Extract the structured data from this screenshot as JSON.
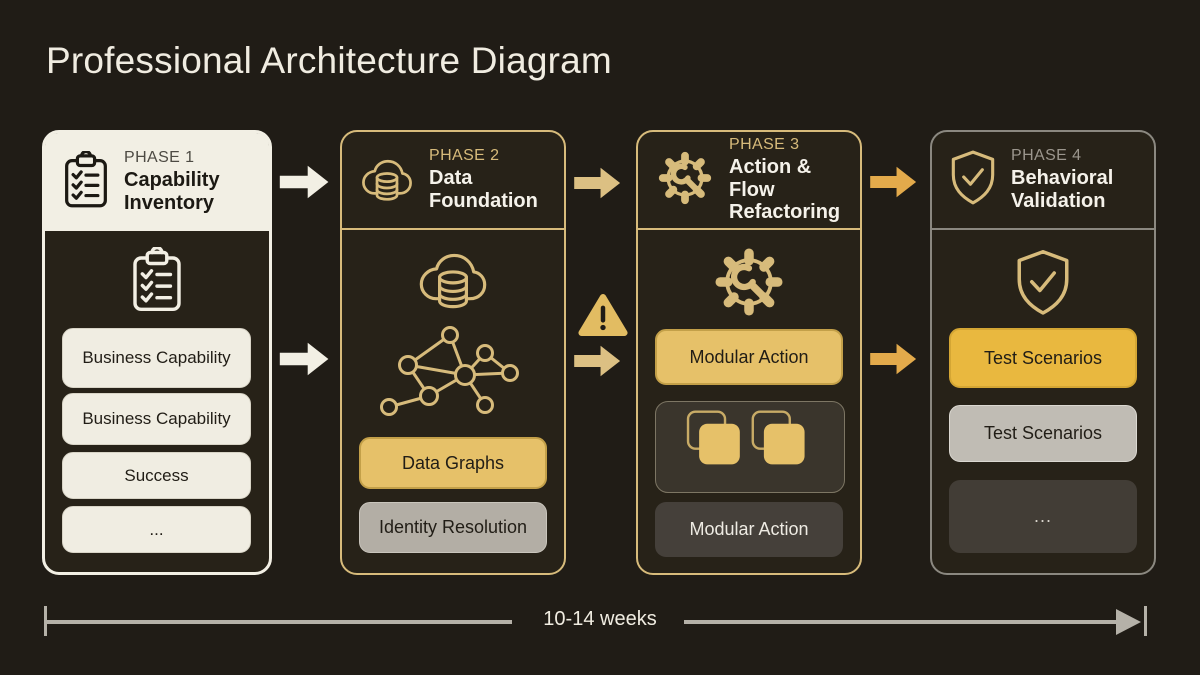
{
  "title": "Professional Architecture Diagram",
  "phases": [
    {
      "label": "PHASE 1",
      "title": "Capability Inventory",
      "icon": "clipboard-checklist",
      "items": [
        {
          "text": "Business Capability"
        },
        {
          "text": "Business Capability"
        },
        {
          "text": "Success"
        },
        {
          "text": "..."
        }
      ]
    },
    {
      "label": "PHASE 2",
      "title": "Data Foundation",
      "icon": "cloud-database",
      "secondary_icon": "network-graph",
      "items": [
        {
          "text": "Data Graphs"
        },
        {
          "text": "Identity Resolution"
        }
      ]
    },
    {
      "label": "PHASE 3",
      "title": "Action & Flow Refactoring",
      "icon": "gear-wrench",
      "secondary_icon": "stacked-squares",
      "items": [
        {
          "text": "Modular Action"
        },
        {
          "text": "Modular Action"
        }
      ]
    },
    {
      "label": "PHASE 4",
      "title": "Behavioral Validation",
      "icon": "shield-check",
      "items": [
        {
          "text": "Test Scenarios"
        },
        {
          "text": "Test Scenarios"
        },
        {
          "text": "..."
        }
      ]
    }
  ],
  "connectors": {
    "warning_icon": "warning-triangle",
    "arrow_icon": "right-block-arrow"
  },
  "timeline": {
    "label": "10-14 weeks"
  },
  "colors": {
    "background": "#201c16",
    "cream": "#f2efe4",
    "gold_border": "#d7bb7b",
    "gold_fill": "#e6c169",
    "bright_gold": "#e9b83f",
    "gray_border": "#8b8880",
    "arrow_white": "#f2efe4",
    "arrow_tan": "#dcc083",
    "arrow_gold": "#e3aa4b",
    "timeline": "#b5b1a8"
  }
}
